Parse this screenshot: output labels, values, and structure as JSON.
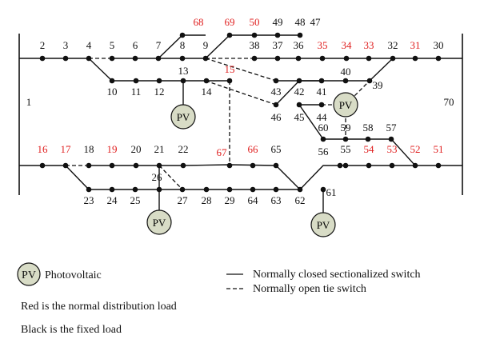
{
  "colors": {
    "normal_load": "#e02020",
    "fixed_load": "#111111",
    "pv_fill": "#d8dcc6",
    "line": "#111111"
  },
  "buses": {
    "1": "1",
    "2": "2",
    "3": "3",
    "4": "4",
    "5": "5",
    "6": "6",
    "7": "7",
    "8": "8",
    "9": "9",
    "10": "10",
    "11": "11",
    "12": "12",
    "13": "13",
    "14": "14",
    "15": "15",
    "16": "16",
    "17": "17",
    "18": "18",
    "19": "19",
    "20": "20",
    "21": "21",
    "22": "22",
    "23": "23",
    "24": "24",
    "25": "25",
    "26": "26",
    "27": "27",
    "28": "28",
    "29": "29",
    "30": "30",
    "31": "31",
    "32": "32",
    "33": "33",
    "34": "34",
    "35": "35",
    "36": "36",
    "37": "37",
    "38": "38",
    "39": "39",
    "40": "40",
    "41": "41",
    "42": "42",
    "43": "43",
    "44": "44",
    "45": "45",
    "46": "46",
    "47": "47",
    "48": "48",
    "49": "49",
    "50": "50",
    "51": "51",
    "52": "52",
    "53": "53",
    "54": "54",
    "55": "55",
    "56": "56",
    "57": "57",
    "58": "58",
    "59": "59",
    "60": "60",
    "61": "61",
    "62": "62",
    "63": "63",
    "64": "64",
    "65": "65",
    "66": "66",
    "67": "67",
    "68": "68",
    "69": "69",
    "70": "70"
  },
  "red_buses": [
    "15",
    "16",
    "17",
    "19",
    "31",
    "33",
    "34",
    "35",
    "50",
    "51",
    "52",
    "53",
    "54",
    "66",
    "67",
    "68",
    "69"
  ],
  "pv_label": "PV",
  "legend": {
    "pv": "Photovoltaic",
    "closed": "Normally closed sectionalized switch",
    "open": "Normally open tie switch",
    "red_note": "Red is the normal distribution load",
    "black_note": "Black is the fixed load"
  }
}
